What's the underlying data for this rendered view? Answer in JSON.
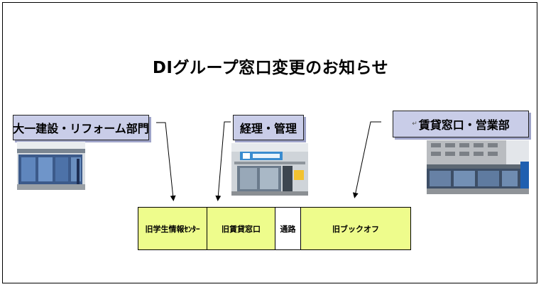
{
  "title": "DIグループ窓口変更のお知らせ",
  "labels": {
    "reform": "大一建設・リフォーム部門",
    "accounting": "経理・管理",
    "rental": "賃貸窓口・営業部"
  },
  "rental_mark": "↵",
  "cells": [
    {
      "label": "旧学生情報ｾﾝﾀｰ",
      "color": "#eefc8c"
    },
    {
      "label": "旧賃貸窓口",
      "color": "#eefc8c"
    },
    {
      "label": "通路",
      "color": "#ffffff"
    },
    {
      "label": "旧ブックオフ",
      "color": "#eefc8c"
    }
  ],
  "colors": {
    "label_bg": "#c9cde8",
    "cell_bg": "#eefc8c"
  }
}
